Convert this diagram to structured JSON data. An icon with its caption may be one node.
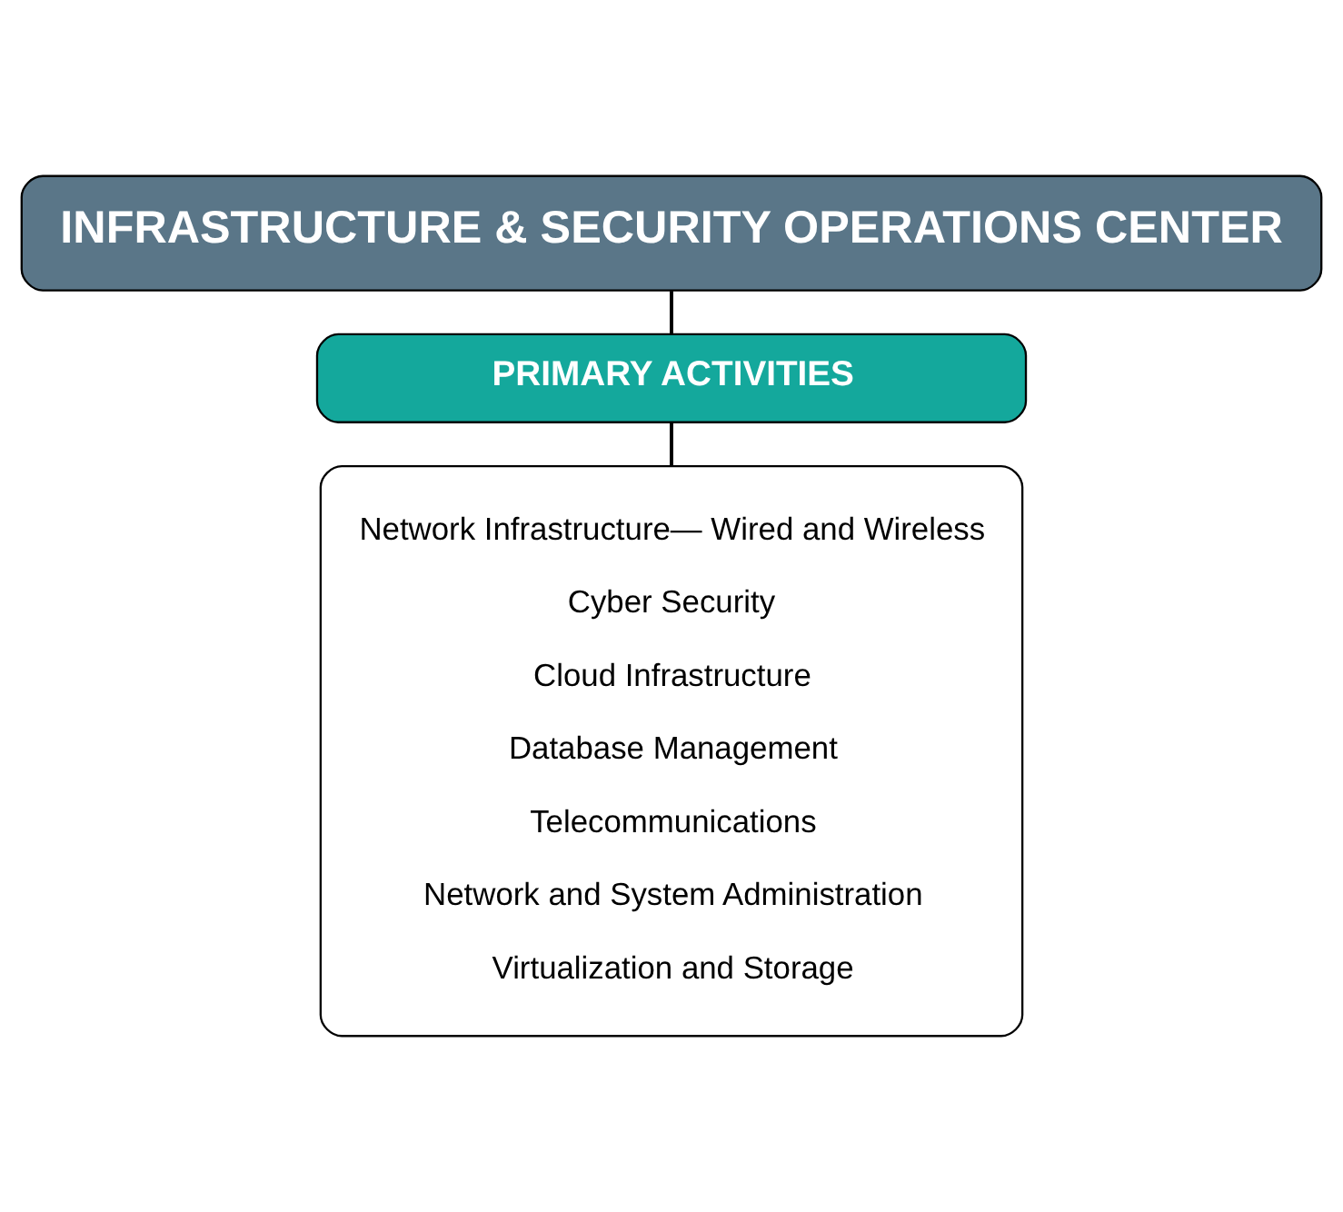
{
  "diagram": {
    "nodes": [
      {
        "text": [
          "INFRASTRUCTURE & SECURITY OPERATIONS CENTER"
        ]
      },
      {
        "text": [
          "PRIMARY ACTIVITIES"
        ]
      },
      {
        "text": [
          "Network Infrastructure— Wired and Wireless",
          "Cyber Security",
          "Cloud Infrastructure",
          "Database Management",
          "Telecommunications",
          "Network and System Administration",
          "Virtualization and Storage"
        ]
      }
    ],
    "edges": [
      {
        "from": 0,
        "to": 1,
        "arrow": "none"
      },
      {
        "from": 1,
        "to": 2,
        "arrow": "none"
      }
    ]
  }
}
